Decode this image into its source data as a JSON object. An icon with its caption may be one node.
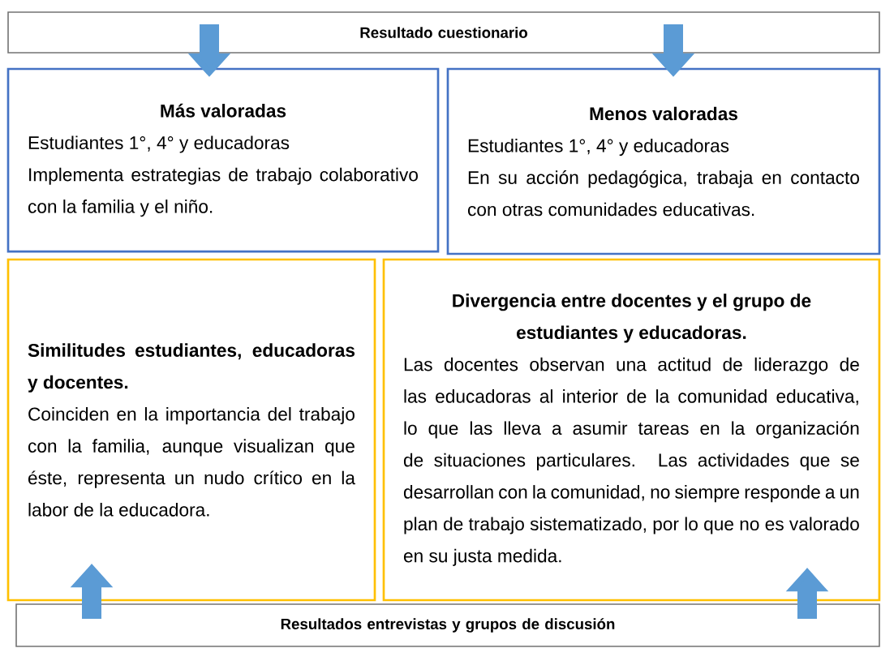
{
  "diagram": {
    "nodes": [
      {
        "text": [
          "Resultado cuestionario"
        ]
      },
      {
        "text": [
          "Más valoradas",
          "Estudiantes 1°, 4° y educadoras",
          "Implementa estrategias de trabajo colaborativo con la familia y el niño."
        ]
      },
      {
        "text": [
          "Menos valoradas",
          "Estudiantes 1°, 4° y educadoras",
          "En su acción pedagógica, trabaja en contacto con otras comunidades educativas."
        ]
      },
      {
        "text": [
          "Similitudes estudiantes, educadoras y docentes.",
          "Coinciden en la importancia del trabajo con la familia, aunque visualizan que éste, representa un nudo crítico en la labor de la educadora."
        ]
      },
      {
        "text": [
          "Divergencia entre docentes y el grupo de estudiantes y educadoras.",
          "Las docentes observan una actitud de liderazgo de las educadoras al interior de la comunidad educativa, lo que las lleva a asumir tareas en la organización de situaciones particulares. Las actividades que se desarrollan con la comunidad, no siempre responde a un plan de trabajo sistematizado, por lo que no es valorado en su justa medida."
        ]
      },
      {
        "text": [
          "Resultados entrevistas y grupos de discusión"
        ]
      }
    ],
    "edges": [
      {
        "from": 0,
        "to": 1,
        "arrow": "to"
      },
      {
        "from": 0,
        "to": 2,
        "arrow": "to"
      },
      {
        "from": 5,
        "to": 3,
        "arrow": "to"
      },
      {
        "from": 5,
        "to": 4,
        "arrow": "to"
      }
    ]
  }
}
